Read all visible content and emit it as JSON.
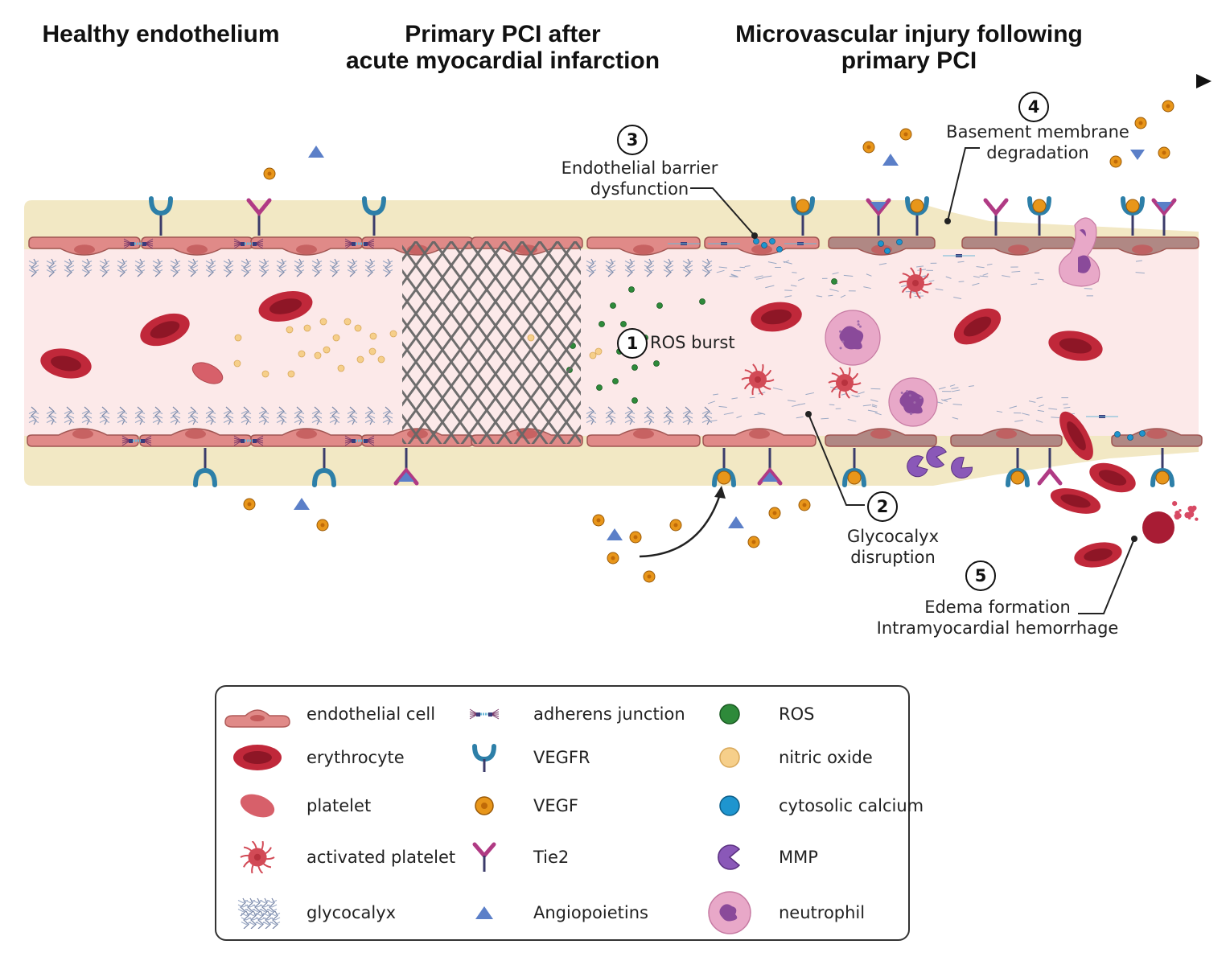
{
  "stages": {
    "healthy": "Healthy endothelium",
    "ppci_line1": "Primary PCI after",
    "ppci_line2": "acute myocardial infarction",
    "injury_line1": "Microvascular injury following",
    "injury_line2": "primary PCI"
  },
  "steps": [
    {
      "number": "1",
      "lines": [
        "ROS burst"
      ]
    },
    {
      "number": "2",
      "lines": [
        "Glycocalyx",
        "disruption"
      ]
    },
    {
      "number": "3",
      "lines": [
        "Endothelial barrier",
        "dysfunction"
      ]
    },
    {
      "number": "4",
      "lines": [
        "Basement membrane",
        "degradation"
      ]
    },
    {
      "number": "5",
      "lines": [
        "Edema formation",
        "Intramyocardial hemorrhage"
      ]
    }
  ],
  "legend": [
    {
      "icon": "endothelial-cell",
      "label": "endothelial cell"
    },
    {
      "icon": "erythrocyte",
      "label": "erythrocyte"
    },
    {
      "icon": "platelet",
      "label": "platelet"
    },
    {
      "icon": "activated-platelet",
      "label": "activated platelet"
    },
    {
      "icon": "glycocalyx",
      "label": "glycocalyx"
    },
    {
      "icon": "adherens-junction",
      "label": "adherens junction"
    },
    {
      "icon": "vegfr",
      "label": "VEGFR"
    },
    {
      "icon": "vegf",
      "label": "VEGF"
    },
    {
      "icon": "tie2",
      "label": "Tie2"
    },
    {
      "icon": "angiopoietin",
      "label": "Angiopoietins"
    },
    {
      "icon": "ros",
      "label": "ROS"
    },
    {
      "icon": "nitric-oxide",
      "label": "nitric oxide"
    },
    {
      "icon": "cytosolic-calcium",
      "label": "cytosolic calcium"
    },
    {
      "icon": "mmp",
      "label": "MMP"
    },
    {
      "icon": "neutrophil",
      "label": "neutrophil"
    }
  ],
  "colors": {
    "membrane": "#f2e8c4",
    "lumen": "#fce9e9",
    "endothelial_healthy": "#e08a88",
    "endothelial_damaged": "#b08884",
    "erythrocyte": "#c0283a",
    "vegf": "#e8961a",
    "vegfr": "#2d7fa8",
    "tie2": "#b03a84",
    "angiopoietin": "#5b7fc8",
    "ros": "#2e8a3a",
    "nitric_oxide": "#f6cf8a",
    "calcium": "#1e95cf",
    "mmp": "#8a58b8",
    "neutrophil": "#e8a8c8"
  }
}
